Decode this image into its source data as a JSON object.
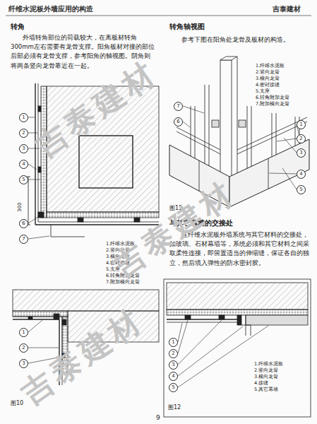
{
  "diagram": {
    "title": "纤维水泥板外墙应用的构造",
    "labels": [
      "吉泰建材",
      "转角",
      "外墙转角部位的荷载较大，在离板材转角300mm左右需要有龙骨支撑。阳角板材对接的部位后部必须有龙骨支撑，参考阳角的轴视图。阴角则将两条竖向龙骨靠近在一起。",
      "转角轴视图",
      "参考下图在阳角处龙骨及板材的构造。",
      "1",
      "2",
      "3",
      "4",
      "5",
      "6",
      "7",
      "300",
      "1.纤维水泥板",
      "2.竖向龙骨",
      "3.横向龙骨",
      "4.密封接缝",
      "5.支座",
      "6.转角附加龙骨",
      "7.附加横向龙骨",
      "1",
      "2",
      "3",
      "图10",
      "1.纤维水泥板",
      "2.竖向龙骨",
      "3.横向龙骨",
      "4.密封接缝",
      "5.支座",
      "6.转角附加龙骨",
      "7.附加横向龙骨",
      "1",
      "2",
      "3",
      "4",
      "5",
      "6",
      "7",
      "图11",
      "与其它幕墙的交接处",
      "在纤维水泥板外墙系统与其它材料的交接处，如玻璃、石材幕墙等，系统必须和其它材料之间采取柔性连接，即留置适当的伸缩缝，保证各自的独立，然后填入弹性的防水密封胶。",
      "1",
      "2",
      "3",
      "4",
      "5",
      "1.纤维水泥板",
      "2.竖向龙骨",
      "3.横向龙骨",
      "4.接缝",
      "5.其它幕墙",
      "图12",
      "9",
      "吉泰建材",
      "吉泰建材",
      "吉泰建材"
    ]
  }
}
